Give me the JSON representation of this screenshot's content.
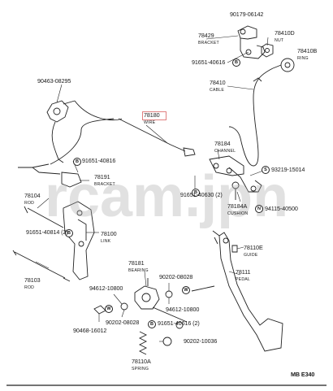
{
  "watermark": "rcam.jpn",
  "page_code": "MB  E340",
  "parts": {
    "p90179": {
      "num": "90179-06142"
    },
    "p78429": {
      "num": "78429",
      "name": "BRACKET"
    },
    "p78410D": {
      "num": "78410D",
      "name": "NUT"
    },
    "p78410B": {
      "num": "78410B",
      "name": "RING"
    },
    "p91651_40616": {
      "num": "91651-40616"
    },
    "p78410": {
      "num": "78410",
      "name": "CABLE"
    },
    "p90463": {
      "num": "90463-08295"
    },
    "p78180": {
      "num": "78180",
      "name": "WIRE"
    },
    "p78184": {
      "num": "78184",
      "name": "CHANNEL"
    },
    "p91651_40816": {
      "num": "91651-40816"
    },
    "p78191": {
      "num": "78191",
      "name": "BRACKET"
    },
    "p93219": {
      "num": "93219-15014"
    },
    "p78104": {
      "num": "78104",
      "name": "ROD"
    },
    "p91651_40630": {
      "num": "91651-40630 (2)"
    },
    "p78184A": {
      "num": "78184A",
      "name": "CUSHION"
    },
    "p94115": {
      "num": "94115-40500"
    },
    "p91651_40814": {
      "num": "91651-40814 (2)"
    },
    "p78100": {
      "num": "78100",
      "name": "LINK"
    },
    "p78110E": {
      "num": "78110E",
      "name": "GUIDE"
    },
    "p78103": {
      "num": "78103",
      "name": "ROD"
    },
    "p78181": {
      "num": "78181",
      "name": "BEARING"
    },
    "p90202_08028a": {
      "num": "90202-08028"
    },
    "p78111": {
      "num": "78111",
      "name": "PEDAL"
    },
    "p94612a": {
      "num": "94612-10800"
    },
    "p94612b": {
      "num": "94612-10800"
    },
    "p90202_08028b": {
      "num": "90202-08028"
    },
    "p91651_40616_2": {
      "num": "91651-40616 (2)"
    },
    "p90468": {
      "num": "90468-16012"
    },
    "p90202_10036": {
      "num": "90202-10036"
    },
    "p78110A": {
      "num": "78110A",
      "name": "SPRING"
    }
  },
  "markers": {
    "B": "B",
    "N": "N",
    "S": "S",
    "W": "W"
  }
}
